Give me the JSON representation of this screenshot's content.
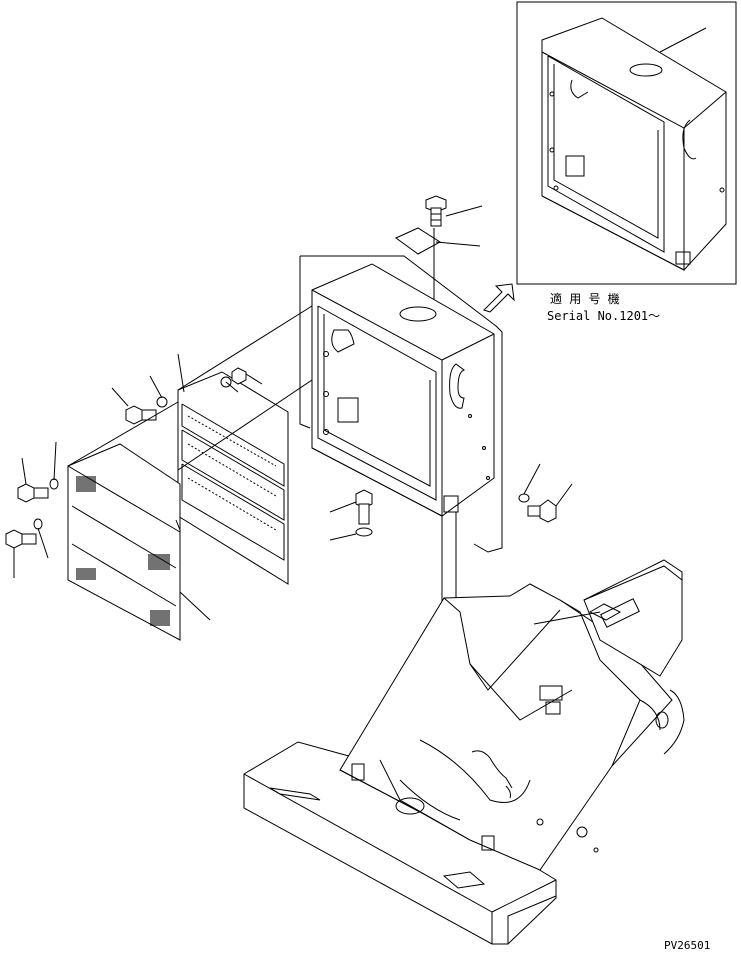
{
  "inset": {
    "serial_label_jp": "適 用 号 機",
    "serial_label_en": "Serial No.1201～"
  },
  "drawing_number": "PV26501",
  "colors": {
    "line": "#000000",
    "background": "#ffffff"
  }
}
